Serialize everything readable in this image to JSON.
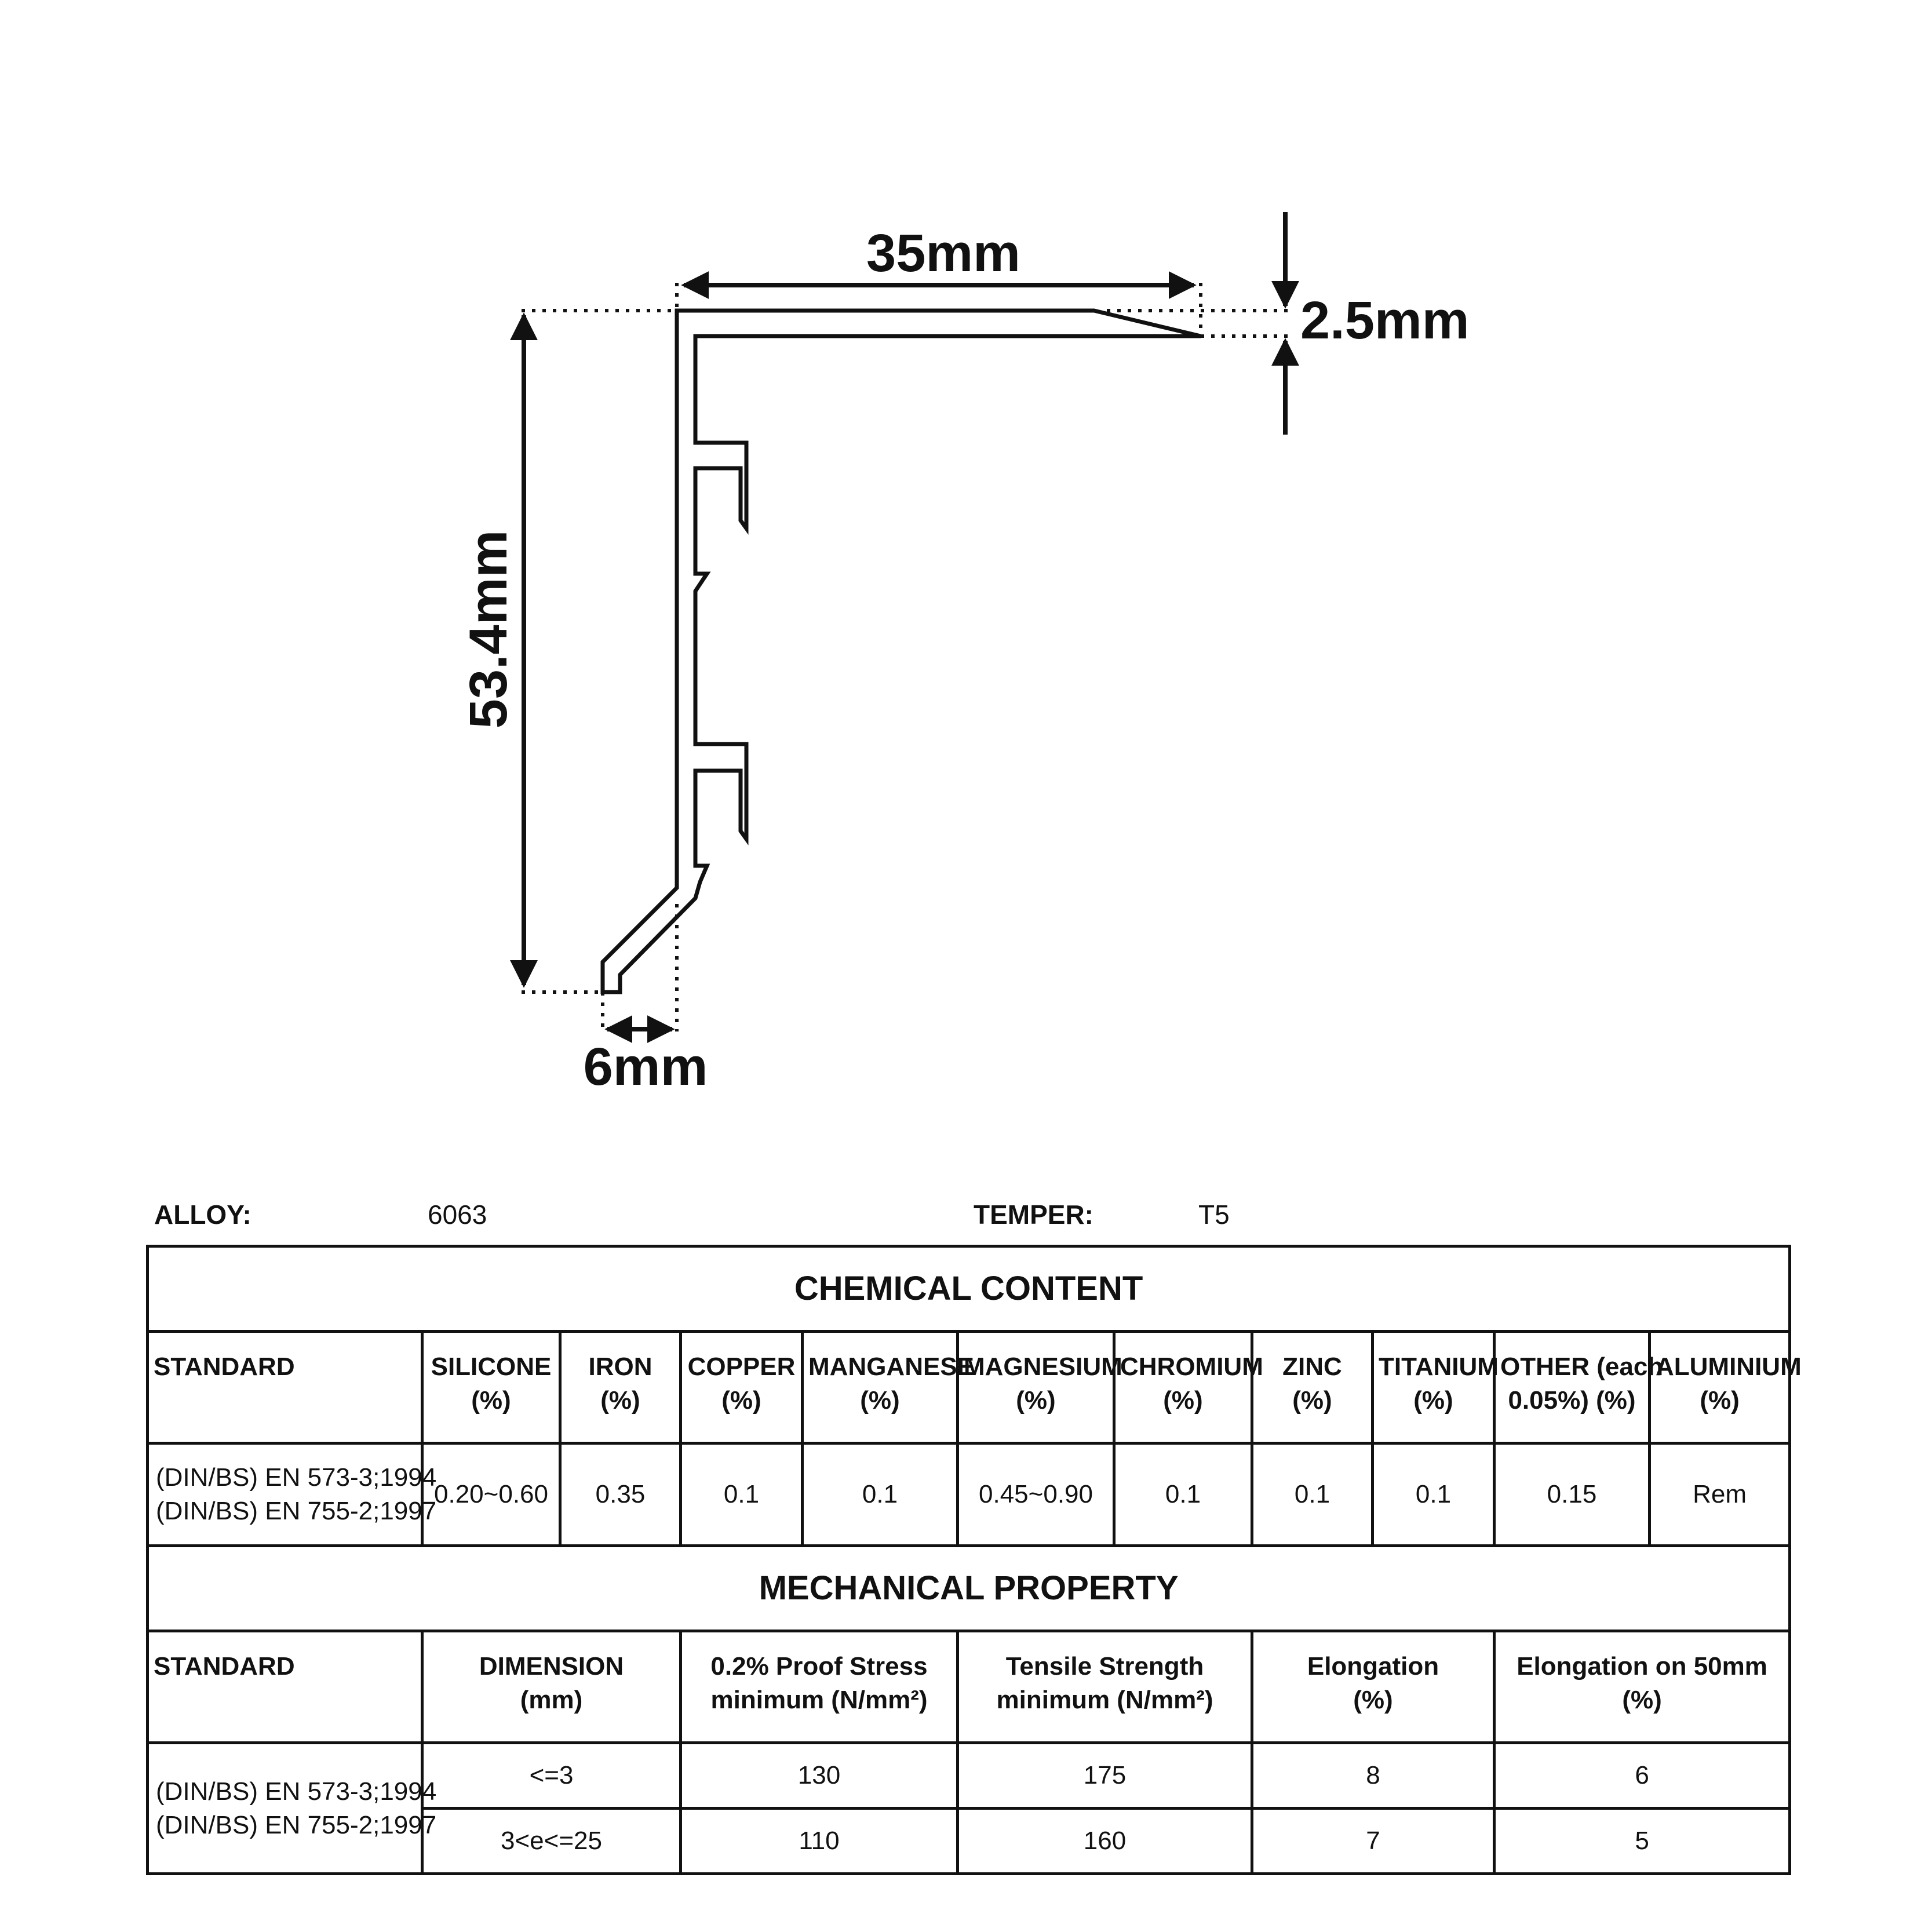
{
  "drawing": {
    "dim_width": "35mm",
    "dim_thickness": "2.5mm",
    "dim_height": "53.4mm",
    "dim_foot": "6mm"
  },
  "spec": {
    "alloy_label": "ALLOY:",
    "alloy_value": "6063",
    "temper_label": "TEMPER:",
    "temper_value": "T5"
  },
  "chemical": {
    "title": "CHEMICAL CONTENT",
    "standard_header": "STANDARD",
    "columns": [
      {
        "line1": "SILICONE",
        "line2": "(%)",
        "value": "0.20~0.60"
      },
      {
        "line1": "IRON",
        "line2": "(%)",
        "value": "0.35"
      },
      {
        "line1": "COPPER",
        "line2": "(%)",
        "value": "0.1"
      },
      {
        "line1": "MANGANESE",
        "line2": "(%)",
        "value": "0.1"
      },
      {
        "line1": "MAGNESIUM",
        "line2": "(%)",
        "value": "0.45~0.90"
      },
      {
        "line1": "CHROMIUM",
        "line2": "(%)",
        "value": "0.1"
      },
      {
        "line1": "ZINC",
        "line2": "(%)",
        "value": "0.1"
      },
      {
        "line1": "TITANIUM",
        "line2": "(%)",
        "value": "0.1"
      },
      {
        "line1": "OTHER (each",
        "line2": "0.05%) (%)",
        "value": "0.15"
      },
      {
        "line1": "ALUMINIUM",
        "line2": "(%)",
        "value": "Rem"
      }
    ],
    "standards": [
      "(DIN/BS) EN 573-3;1994",
      "(DIN/BS) EN 755-2;1997"
    ]
  },
  "mechanical": {
    "title": "MECHANICAL PROPERTY",
    "standard_header": "STANDARD",
    "columns": [
      {
        "line1": "DIMENSION",
        "line2": "(mm)"
      },
      {
        "line1": "0.2% Proof Stress",
        "line2": "minimum (N/mm²)"
      },
      {
        "line1": "Tensile Strength",
        "line2": "minimum (N/mm²)"
      },
      {
        "line1": "Elongation",
        "line2": "(%)"
      },
      {
        "line1": "Elongation on 50mm",
        "line2": "(%)"
      }
    ],
    "standards": [
      "(DIN/BS) EN 573-3;1994",
      "(DIN/BS) EN 755-2;1997"
    ],
    "rows": [
      [
        "<=3",
        "130",
        "175",
        "8",
        "6"
      ],
      [
        "3<e<=25",
        "110",
        "160",
        "7",
        "5"
      ]
    ]
  }
}
